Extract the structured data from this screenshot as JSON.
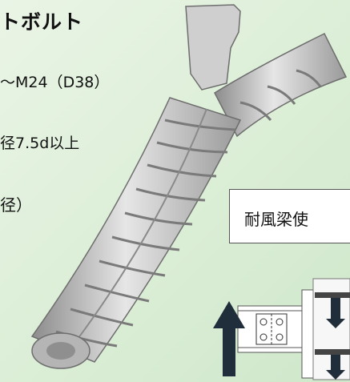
{
  "heading": "トボルト",
  "lines": {
    "range": "～M24（D38）",
    "length": "径7.5d以上",
    "diameter": "径）"
  },
  "callout": {
    "label": "耐風梁使"
  },
  "icons": {
    "bolt": "y-shaped-deformed-anchor-bolt",
    "arrow": "up-arrow"
  },
  "colors": {
    "background": "#dbeed6",
    "bolt": "#c4c4c4",
    "arrow": "#1f2e3a"
  }
}
